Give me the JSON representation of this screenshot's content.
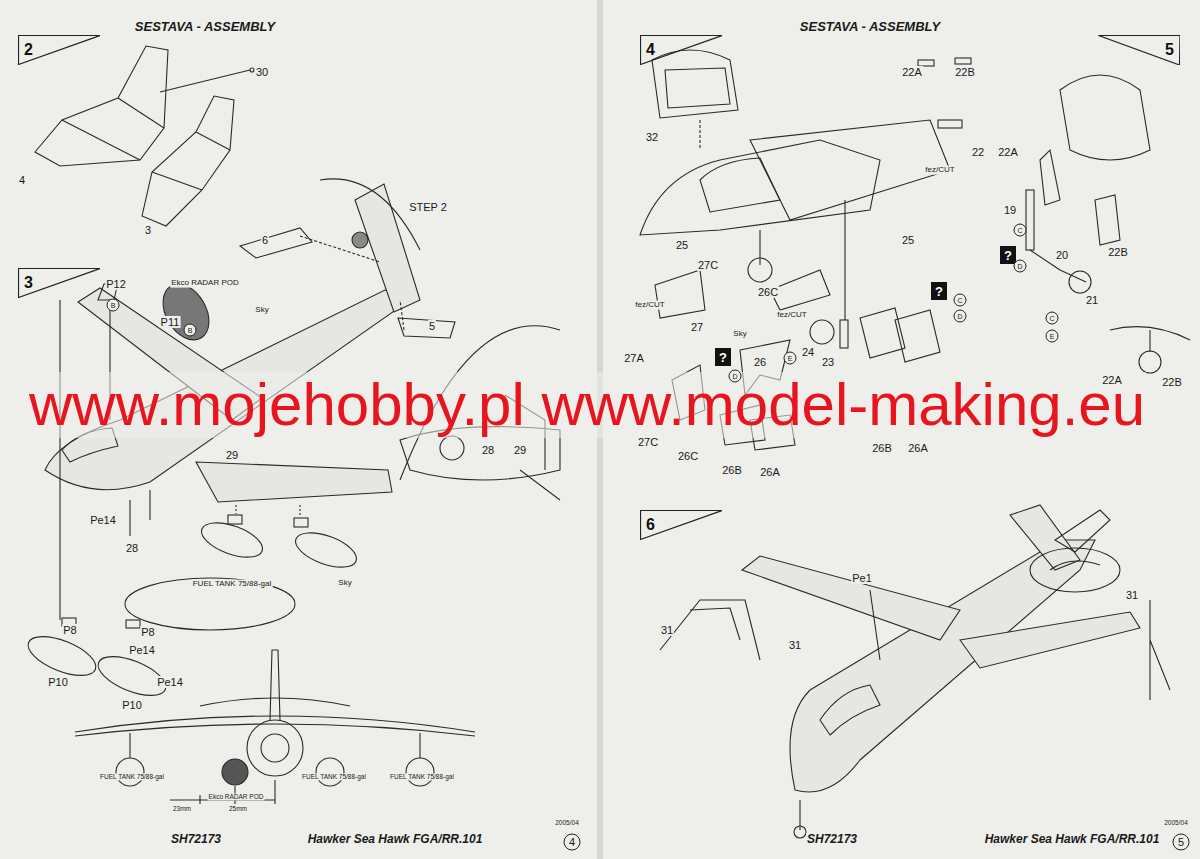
{
  "diagram": {
    "nodes": [
      {
        "text": [
          "2"
        ]
      },
      {
        "text": [
          "3"
        ]
      },
      {
        "text": [
          "4"
        ]
      },
      {
        "text": [
          "5"
        ]
      },
      {
        "text": [
          "6"
        ]
      },
      {
        "text": [
          "?"
        ]
      },
      {
        "text": [
          "?"
        ]
      },
      {
        "text": [
          "?"
        ]
      }
    ],
    "labels": [
      "SESTAVA - ASSEMBLY",
      "SESTAVA - ASSEMBLY",
      "30",
      "4",
      "3",
      "STEP 2",
      "6",
      "5",
      "P12",
      "Ekco RADAR POD",
      "P11",
      "Sky",
      "B",
      "B",
      "29",
      "Pe14",
      "28",
      "28",
      "29",
      "Sky",
      "FUEL TANK 75/88-gal",
      "P8",
      "P8",
      "Pe14",
      "Pe14",
      "P10",
      "P10",
      "FUEL TANK 75/88-gal",
      "Ekco RADAR POD",
      "23mm",
      "25mm",
      "FUEL TANK 75/88-gal",
      "FUEL TANK 75/88-gal",
      "SH72173",
      "Hawker Sea Hawk FGA/RR.101",
      "2005/04",
      "4",
      "www.mojehobby.pl www.model-making.eu",
      "32",
      "22A",
      "22B",
      "22",
      "fez/CUT",
      "22A",
      "19",
      "C",
      "D",
      "20",
      "21",
      "22B",
      "C",
      "E",
      "25",
      "27C",
      "25",
      "C",
      "D",
      "26C",
      "fez/CUT",
      "24",
      "23",
      "E",
      "fez/CUT",
      "27",
      "Sky",
      "26",
      "27A",
      "D",
      "27C",
      "26C",
      "26B",
      "26A",
      "26B",
      "26A",
      "22A",
      "22B",
      "Pe1",
      "31",
      "31",
      "31",
      "SH72173",
      "Hawker Sea Hawk FGA/RR.101",
      "2005/04",
      "5"
    ]
  }
}
